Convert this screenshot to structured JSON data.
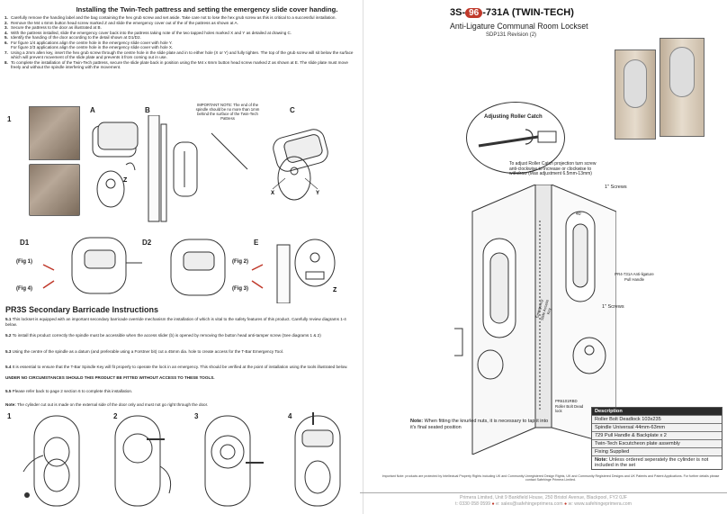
{
  "left": {
    "heading": "Installing the Twin-Tech pattress and setting the emergency slide cover handing.",
    "steps": [
      {
        "num": "1.",
        "text": "Carefully remove the handing label and the bag containing the hex grub screw and set aside. Take care not to lose the hex grub screw as this is critical to a successful installation."
      },
      {
        "num": "2.",
        "text": "Remove the M4 x 6mm button head screw marked Z and slide the emergency cover out of the of the pattress as shown at A."
      },
      {
        "num": "3.",
        "text": "Secure the pattress to the door as illustrated at B."
      },
      {
        "num": "4.",
        "text": "With the pattress installed, slide the emergency cover back into the pattress taking note of the two tapped holes marked X and Y as detailed at drawing C."
      },
      {
        "num": "5.",
        "text": "Identify the handing of the door according to the detail shown at D1/D2."
      },
      {
        "num": "6.",
        "text": "For figure 1/4 applications align the centre hole in the emergency slide cover with hole Y."
      },
      {
        "num": "",
        "text": "For figure 2/3 applications align the centre hole in the emergency slide cover with hole X."
      },
      {
        "num": "7.",
        "text": "Using a 2mm allen key, insert the hex grub screw through the centre hole in the slide plate and in to either hole (X or Y) and fully tighten. The top of the grub screw will sit below the surface which will prevent movement of the slide plate and prevents it from coming out in use."
      },
      {
        "num": "8.",
        "text": "To complete the installation of the Twin-Tech pattress, secure the slide plate back in position using the M4 x 6mm button head screw marked Z as shown at E. The slide plate must move freely and without the spindle interfering with the movement."
      }
    ],
    "labels": {
      "n1": "1",
      "a": "A",
      "b": "B",
      "c": "C",
      "d1": "D1",
      "d2": "D2",
      "e": "E",
      "z": "Z",
      "x": "X",
      "y": "Y",
      "z2": "Z"
    },
    "important_note": "IMPORTANT NOTE: The end of the spindle should be no more than 1mm behind the surface of the Twin-Tech Pattress",
    "figs": {
      "f1": "(Fig 1)",
      "f4": "(Fig 4)",
      "f2": "(Fig 2)",
      "f3": "(Fig 3)"
    },
    "pr3s_title": "PR3S Secondary Barricade Instructions",
    "p51": {
      "n": "5.1",
      "t": "This lockset is equipped with an important secondary barricade override mechanism the installation of which is vital to the safety features of this product. Carefully review diagrams 1-4 below."
    },
    "p52": {
      "n": "5.2",
      "t": "To install this product correctly the spindle must be accessible when the access slider (b) is opened by removing the button head anti-tamper screw (See diagrams 1 & 2)"
    },
    "p53": {
      "n": "5.3",
      "t": "Using the centre of the spindle as a datum (and preferable using a Forstner bit) cut a 45mm dia. hole to create access for the T-Bar Emergency Tool."
    },
    "p54": {
      "n": "5.4",
      "t": "It is essential to ensure that the T-Bar Spindle Key will fit properly to operate the lock in an emergency. This should be verified at the point of installation using the tools illustrated below."
    },
    "warning": "UNDER NO CIRCUMSTANCES SHOULD THIS PRODUCT BE FITTED WITHOUT ACCESS TO THESE TOOLS.",
    "p55": {
      "n": "5.5",
      "t": "Please refer back to page 2 section 6 to complete this installation."
    },
    "cyl_note": {
      "n": "Note:",
      "t": "The cylinder cut out is made on the external side of the door only and must not go right through the door."
    },
    "diag_nums": [
      "1",
      "2",
      "3",
      "4"
    ]
  },
  "right": {
    "title_pre": "3S-",
    "title_badge": "96",
    "title_post": "-731A (TWIN-TECH)",
    "subtitle": "Anti-Ligature Communal Room Lockset",
    "revision": "SDP131 Revision (2)",
    "adjust_title": "Adjusting Roller Catch",
    "adjust_text": "To adjust Roller Catch projection turn screw anti-clockwise to increase or clockwise to withdraw (Max adjustment 6.5mm-13mm)",
    "screws_top": "1\" Screws",
    "screws_mid": "1\" Screws",
    "dim_40": "40",
    "handle_lbl": "PR4-731A Anti-ligature Pull Handle",
    "emergency_lbl": "Emergency Slide Access Key",
    "roller_lbl": "PR6101RBD Roller Bolt Dead lock",
    "knurl_note": {
      "n": "Note:",
      "t": "When fitting the knurled nuts, it is necessary to tap it into it's final seated position"
    },
    "description": {
      "header": "Description",
      "items": [
        "Roller Bolt Deadlock 103x235",
        "Spindle Universal 44mm-63mm",
        "729 Pull Handle & Backplate x 2",
        "Twin-Tech Escutcheon plate assembly",
        "Fixing Supplied"
      ],
      "note_label": "Note:",
      "note_text": "Unless ordered seperately the cylinder is not included in the set"
    },
    "ip_note": "Important Note: products are protected by Intellectual Property Rights including UK and Community Unregistered Design Rights, UK and Community Registered Designs and UK Patents and Patent Applications. For further details please contact Safehinge Primera Limited.",
    "footer_addr": "Primera Limited, Unit 9 Bankfield House, 250 Bristol Avenue, Blackpool, FY2 0JF",
    "footer_t": "t: 0330 058 0599",
    "footer_e": "e: sales@safehingeprimera.com",
    "footer_w": "w: www.safehingeprimera.com"
  },
  "colors": {
    "accent": "#c0392b",
    "line": "#333333"
  }
}
